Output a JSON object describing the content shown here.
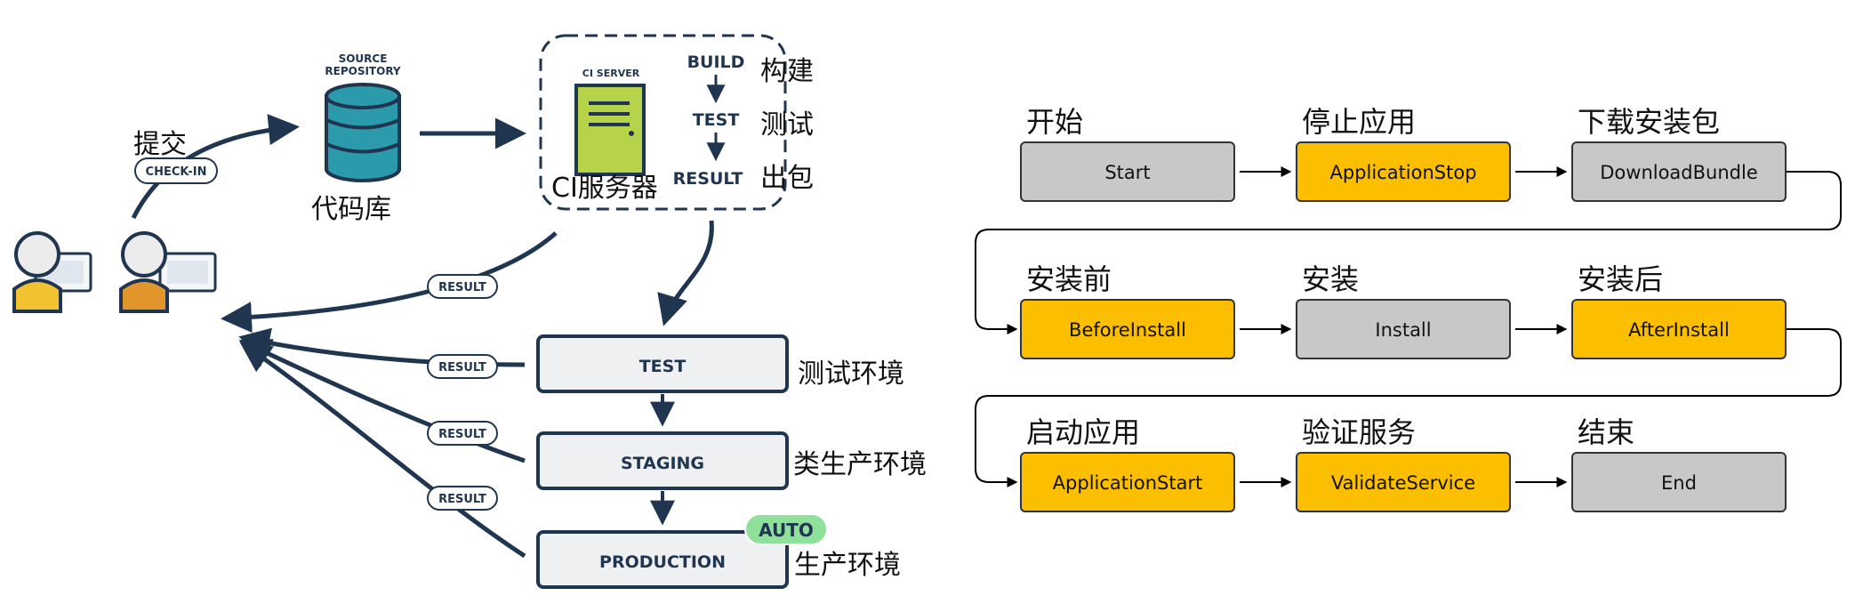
{
  "left_diagram": {
    "checkin_tag": "CHECK-IN",
    "commit_label": "提交",
    "repo_title_line1": "SOURCE",
    "repo_title_line2": "REPOSITORY",
    "repo_label": "代码库",
    "ci_server_title": "CI SERVER",
    "ci_server_label": "CI服务器",
    "build_steps": [
      {
        "name": "BUILD",
        "label": "构建"
      },
      {
        "name": "TEST",
        "label": "测试"
      },
      {
        "name": "RESULT",
        "label": "出包"
      }
    ],
    "result_tag": "RESULT",
    "environments": [
      {
        "name": "TEST",
        "label": "测试环境"
      },
      {
        "name": "STAGING",
        "label": "类生产环境"
      },
      {
        "name": "PRODUCTION",
        "label": "生产环境"
      }
    ],
    "auto_badge": "AUTO",
    "colors": {
      "db": "#2b9aaa",
      "server": "#b7d34a",
      "user_yellow": "#f2c230",
      "user_orange": "#e0962a",
      "auto_badge": "#8fe09a"
    }
  },
  "right_diagram": {
    "rows": [
      [
        {
          "cn": "开始",
          "en": "Start",
          "style": "gray"
        },
        {
          "cn": "停止应用",
          "en": "ApplicationStop",
          "style": "yellow"
        },
        {
          "cn": "下载安装包",
          "en": "DownloadBundle",
          "style": "gray"
        }
      ],
      [
        {
          "cn": "安装前",
          "en": "BeforeInstall",
          "style": "yellow"
        },
        {
          "cn": "安装",
          "en": "Install",
          "style": "gray"
        },
        {
          "cn": "安装后",
          "en": "AfterInstall",
          "style": "yellow"
        }
      ],
      [
        {
          "cn": "启动应用",
          "en": "ApplicationStart",
          "style": "yellow"
        },
        {
          "cn": "验证服务",
          "en": "ValidateService",
          "style": "yellow"
        },
        {
          "cn": "结束",
          "en": "End",
          "style": "gray"
        }
      ]
    ],
    "colors": {
      "gray": "#c8c8c8",
      "yellow": "#fbbf00"
    }
  }
}
